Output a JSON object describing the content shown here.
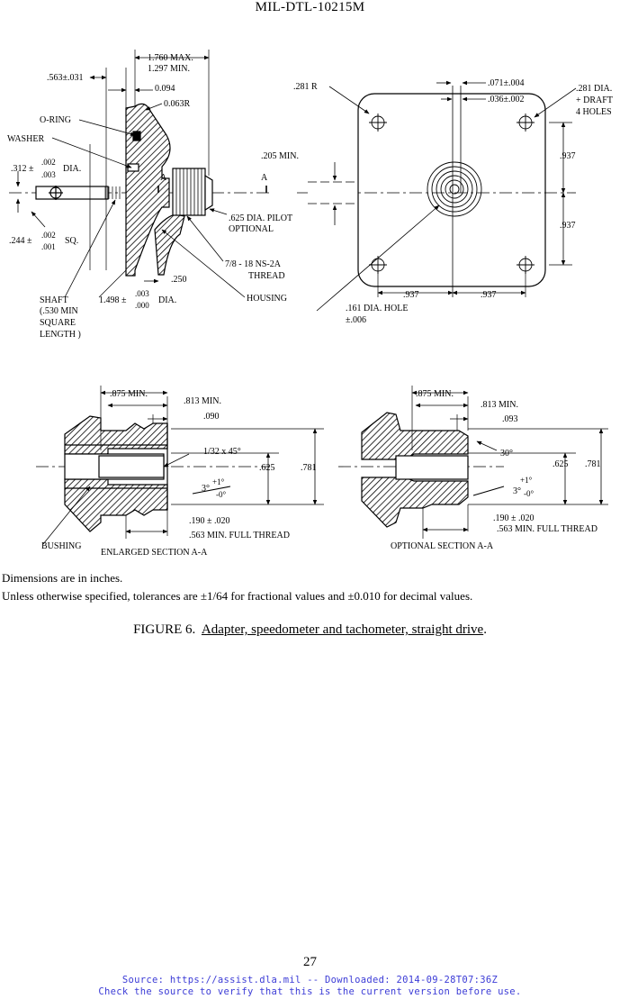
{
  "header": {
    "doc_id": "MIL-DTL-10215M"
  },
  "drawing": {
    "dims": {
      "d_563": ".563±.031",
      "d_1760": "1.760 MAX.",
      "d_1297": "1.297 MIN.",
      "d_094": "0.094",
      "d_063r": "0.063R",
      "d_281r": ".281 R",
      "d_071": ".071±.004",
      "d_036": ".036±.002",
      "d_281dia": ".281 DIA.",
      "d_draft": "+ DRAFT",
      "d_holes": "4 HOLES",
      "d_205": ".205 MIN.",
      "d_937a": ".937",
      "d_937b": ".937",
      "d_937c": ".937",
      "d_937d": ".937",
      "d_312": ".312 ±",
      "d_312t1": ".002",
      "d_312t2": ".003",
      "d_dia1": "DIA.",
      "d_244": ".244 ±",
      "d_244t1": ".002",
      "d_244t2": ".001",
      "d_sq": "SQ.",
      "d_625pilot": ".625 DIA. PILOT",
      "d_optional": "OPTIONAL",
      "d_thread": "7/8 - 18 NS-2A",
      "d_thread2": "THREAD",
      "d_250": ".250",
      "d_1498": "1.498 ±",
      "d_1498t1": ".003",
      "d_1498t2": ".000",
      "d_dia2": "DIA.",
      "d_161": ".161 DIA. HOLE",
      "d_161t": "±.006",
      "sec_a1": "A",
      "sec_a2": "A",
      "l_875": ".875 MIN.",
      "l_813": ".813 MIN.",
      "l_090": ".090",
      "l_chamfer": "1/32 x 45°",
      "l_625": ".625",
      "l_781": ".781",
      "l_3deg": "3°",
      "l_p1": "+1°",
      "l_m0": "-0°",
      "l_190": ".190 ± .020",
      "l_563": ".563 MIN. FULL THREAD",
      "r_875": ".875 MIN.",
      "r_813": ".813 MIN.",
      "r_093": ".093",
      "r_30": "30°",
      "r_625": ".625",
      "r_781": ".781",
      "r_p1": "+1°",
      "r_3deg": "3°",
      "r_m0": "-0°",
      "r_190": ".190 ± .020",
      "r_563": ".563 MIN. FULL THREAD"
    },
    "labels": {
      "o_ring": "O-RING",
      "washer": "WASHER",
      "housing": "HOUSING",
      "shaft": "SHAFT",
      "shaft_note1": "(.530 MIN",
      "shaft_note2": "SQUARE",
      "shaft_note3": "LENGTH )",
      "bushing": "BUSHING",
      "enlarged_section": "ENLARGED SECTION A-A",
      "optional_section": "OPTIONAL SECTION  A-A"
    }
  },
  "notes": {
    "line1": "Dimensions are in inches.",
    "line2": "Unless otherwise specified, tolerances are ±1/64 for fractional values and ±0.010 for decimal values."
  },
  "figure": {
    "number": "FIGURE 6.",
    "title": "Adapter, speedometer and tachometer, straight drive",
    "period": "."
  },
  "footer": {
    "page_number": "27",
    "source_line1": "Source: https://assist.dla.mil -- Downloaded: 2014-09-28T07:36Z",
    "source_line2": "Check the source to verify that this is the current version before use."
  }
}
